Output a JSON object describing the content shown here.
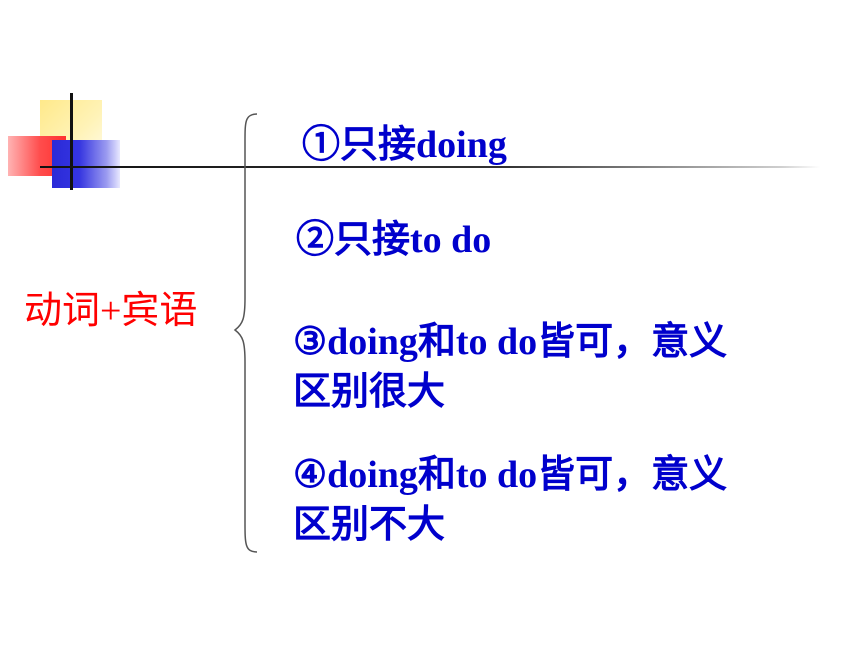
{
  "slide": {
    "label": "动词+宾语",
    "items": [
      {
        "lines": [
          "①只接doing"
        ]
      },
      {
        "lines": [
          "②只接to do"
        ]
      },
      {
        "lines": [
          "③doing和to do皆可，意义",
          "区别很大"
        ]
      },
      {
        "lines": [
          "④doing和to do皆可，意义",
          "区别不大"
        ]
      }
    ]
  },
  "colors": {
    "label": "#ff0000",
    "items": "#0000cc",
    "ornament_yellow": "#ffe98a",
    "ornament_red": "#ff4d4d",
    "ornament_blue": "#2a2ad8"
  },
  "icons": {
    "brace": "left-curly-brace-icon"
  }
}
